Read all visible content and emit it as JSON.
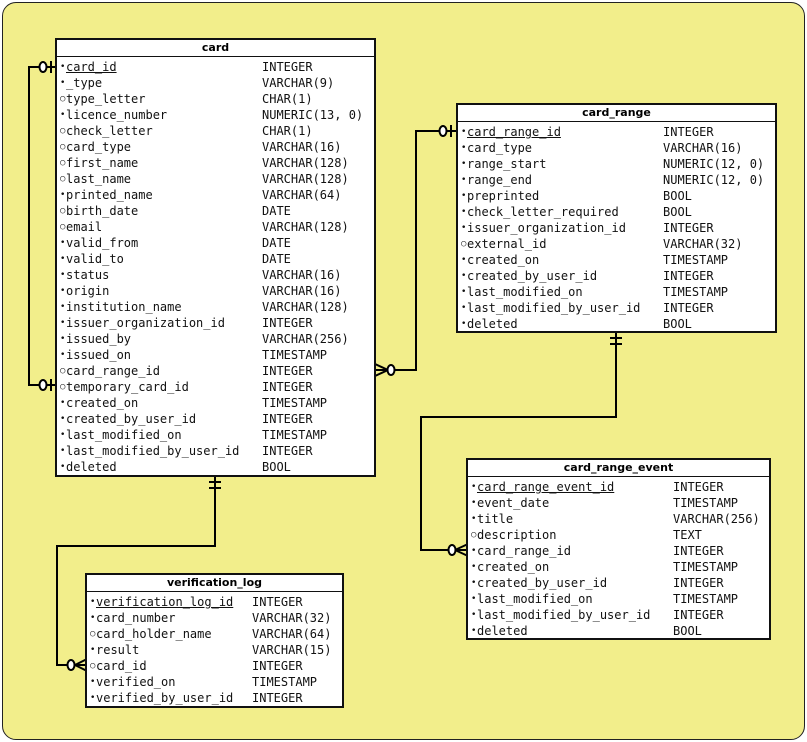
{
  "entities": [
    {
      "id": "card",
      "title": "card",
      "columns": [
        {
          "name": "card_id",
          "type": "INTEGER",
          "mark": "•",
          "pk": true
        },
        {
          "name": "_type",
          "type": "VARCHAR(9)",
          "mark": "•"
        },
        {
          "name": "type_letter",
          "type": "CHAR(1)",
          "mark": "○"
        },
        {
          "name": "licence_number",
          "type": "NUMERIC(13, 0)",
          "mark": "•"
        },
        {
          "name": "check_letter",
          "type": "CHAR(1)",
          "mark": "○"
        },
        {
          "name": "card_type",
          "type": "VARCHAR(16)",
          "mark": "○"
        },
        {
          "name": "first_name",
          "type": "VARCHAR(128)",
          "mark": "○"
        },
        {
          "name": "last_name",
          "type": "VARCHAR(128)",
          "mark": "○"
        },
        {
          "name": "printed_name",
          "type": "VARCHAR(64)",
          "mark": "•"
        },
        {
          "name": "birth_date",
          "type": "DATE",
          "mark": "○"
        },
        {
          "name": "email",
          "type": "VARCHAR(128)",
          "mark": "○"
        },
        {
          "name": "valid_from",
          "type": "DATE",
          "mark": "•"
        },
        {
          "name": "valid_to",
          "type": "DATE",
          "mark": "•"
        },
        {
          "name": "status",
          "type": "VARCHAR(16)",
          "mark": "•"
        },
        {
          "name": "origin",
          "type": "VARCHAR(16)",
          "mark": "•"
        },
        {
          "name": "institution_name",
          "type": "VARCHAR(128)",
          "mark": "•"
        },
        {
          "name": "issuer_organization_id",
          "type": "INTEGER",
          "mark": "•"
        },
        {
          "name": "issued_by",
          "type": "VARCHAR(256)",
          "mark": "•"
        },
        {
          "name": "issued_on",
          "type": "TIMESTAMP",
          "mark": "•"
        },
        {
          "name": "card_range_id",
          "type": "INTEGER",
          "mark": "○"
        },
        {
          "name": "temporary_card_id",
          "type": "INTEGER",
          "mark": "○"
        },
        {
          "name": "created_on",
          "type": "TIMESTAMP",
          "mark": "•"
        },
        {
          "name": "created_by_user_id",
          "type": "INTEGER",
          "mark": "•"
        },
        {
          "name": "last_modified_on",
          "type": "TIMESTAMP",
          "mark": "•"
        },
        {
          "name": "last_modified_by_user_id",
          "type": "INTEGER",
          "mark": "•"
        },
        {
          "name": "deleted",
          "type": "BOOL",
          "mark": "•"
        }
      ]
    },
    {
      "id": "card_range",
      "title": "card_range",
      "columns": [
        {
          "name": "card_range_id",
          "type": "INTEGER",
          "mark": "•",
          "pk": true
        },
        {
          "name": "card_type",
          "type": "VARCHAR(16)",
          "mark": "•"
        },
        {
          "name": "range_start",
          "type": "NUMERIC(12, 0)",
          "mark": "•"
        },
        {
          "name": "range_end",
          "type": "NUMERIC(12, 0)",
          "mark": "•"
        },
        {
          "name": "preprinted",
          "type": "BOOL",
          "mark": "•"
        },
        {
          "name": "check_letter_required",
          "type": "BOOL",
          "mark": "•"
        },
        {
          "name": "issuer_organization_id",
          "type": "INTEGER",
          "mark": "•"
        },
        {
          "name": "external_id",
          "type": "VARCHAR(32)",
          "mark": "○"
        },
        {
          "name": "created_on",
          "type": "TIMESTAMP",
          "mark": "•"
        },
        {
          "name": "created_by_user_id",
          "type": "INTEGER",
          "mark": "•"
        },
        {
          "name": "last_modified_on",
          "type": "TIMESTAMP",
          "mark": "•"
        },
        {
          "name": "last_modified_by_user_id",
          "type": "INTEGER",
          "mark": "•"
        },
        {
          "name": "deleted",
          "type": "BOOL",
          "mark": "•"
        }
      ]
    },
    {
      "id": "card_range_event",
      "title": "card_range_event",
      "columns": [
        {
          "name": "card_range_event_id",
          "type": "INTEGER",
          "mark": "•",
          "pk": true
        },
        {
          "name": "event_date",
          "type": "TIMESTAMP",
          "mark": "•"
        },
        {
          "name": "title",
          "type": "VARCHAR(256)",
          "mark": "•"
        },
        {
          "name": "description",
          "type": "TEXT",
          "mark": "○"
        },
        {
          "name": "card_range_id",
          "type": "INTEGER",
          "mark": "•"
        },
        {
          "name": "created_on",
          "type": "TIMESTAMP",
          "mark": "•"
        },
        {
          "name": "created_by_user_id",
          "type": "INTEGER",
          "mark": "•"
        },
        {
          "name": "last_modified_on",
          "type": "TIMESTAMP",
          "mark": "•"
        },
        {
          "name": "last_modified_by_user_id",
          "type": "INTEGER",
          "mark": "•"
        },
        {
          "name": "deleted",
          "type": "BOOL",
          "mark": "•"
        }
      ]
    },
    {
      "id": "verification_log",
      "title": "verification_log",
      "columns": [
        {
          "name": "verification_log_id",
          "type": "INTEGER",
          "mark": "•",
          "pk": true
        },
        {
          "name": "card_number",
          "type": "VARCHAR(32)",
          "mark": "•"
        },
        {
          "name": "card_holder_name",
          "type": "VARCHAR(64)",
          "mark": "○"
        },
        {
          "name": "result",
          "type": "VARCHAR(15)",
          "mark": "•"
        },
        {
          "name": "card_id",
          "type": "INTEGER",
          "mark": "○"
        },
        {
          "name": "verified_on",
          "type": "TIMESTAMP",
          "mark": "•"
        },
        {
          "name": "verified_by_user_id",
          "type": "INTEGER",
          "mark": "•"
        }
      ]
    }
  ],
  "relationships": [
    {
      "from": "card.card_id",
      "to": "card.temporary_card_id",
      "cardinality": "zero-or-one to zero-or-one"
    },
    {
      "from": "card_range.card_range_id",
      "to": "card.card_range_id",
      "cardinality": "zero-or-one to zero-or-many"
    },
    {
      "from": "card_range.card_range_id",
      "to": "card_range_event.card_range_id",
      "cardinality": "one to zero-or-many"
    },
    {
      "from": "card.card_id",
      "to": "verification_log.card_id",
      "cardinality": "one to zero-or-many"
    }
  ],
  "colors": {
    "canvas": "#f2ee8b",
    "border": "#111111",
    "entity_bg": "#ffffff"
  }
}
